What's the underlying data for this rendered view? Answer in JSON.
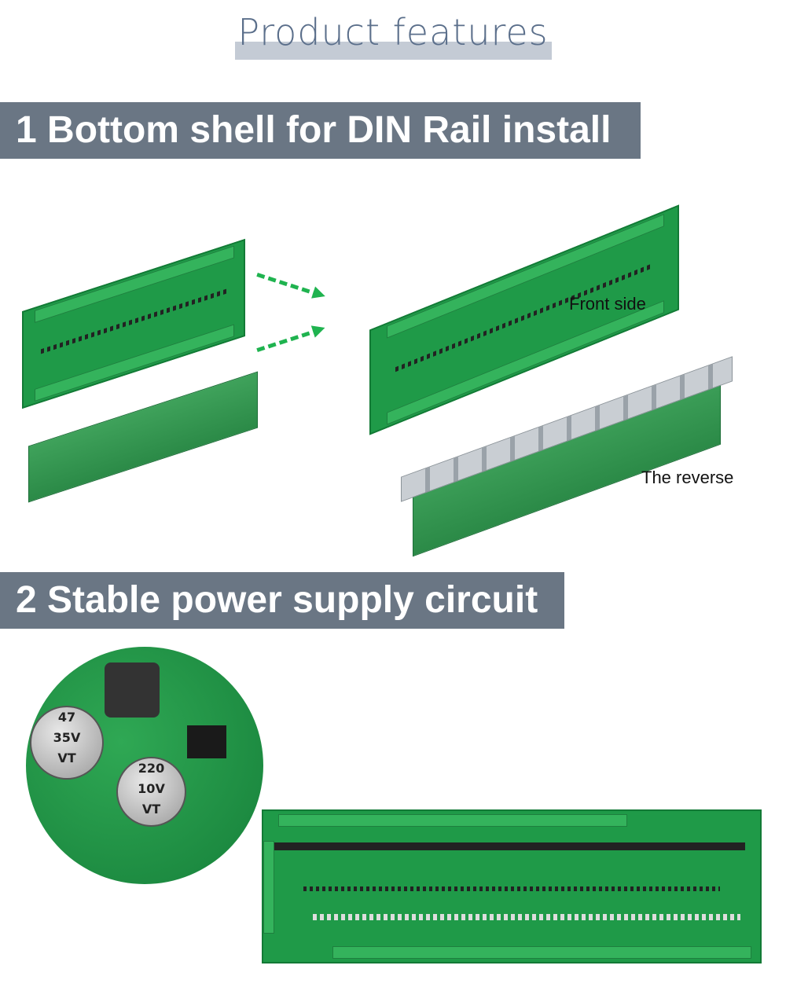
{
  "title": "Product features",
  "sections": [
    {
      "heading": "1 Bottom shell for DIN Rail install",
      "labels": [
        "Front side",
        "The reverse"
      ]
    },
    {
      "heading": "2 Stable power supply circuit"
    }
  ],
  "colors": {
    "banner": "#6a7684",
    "title": "#5b6f8b",
    "pcb": "#1f9a48",
    "arrow": "#1fb34f"
  }
}
